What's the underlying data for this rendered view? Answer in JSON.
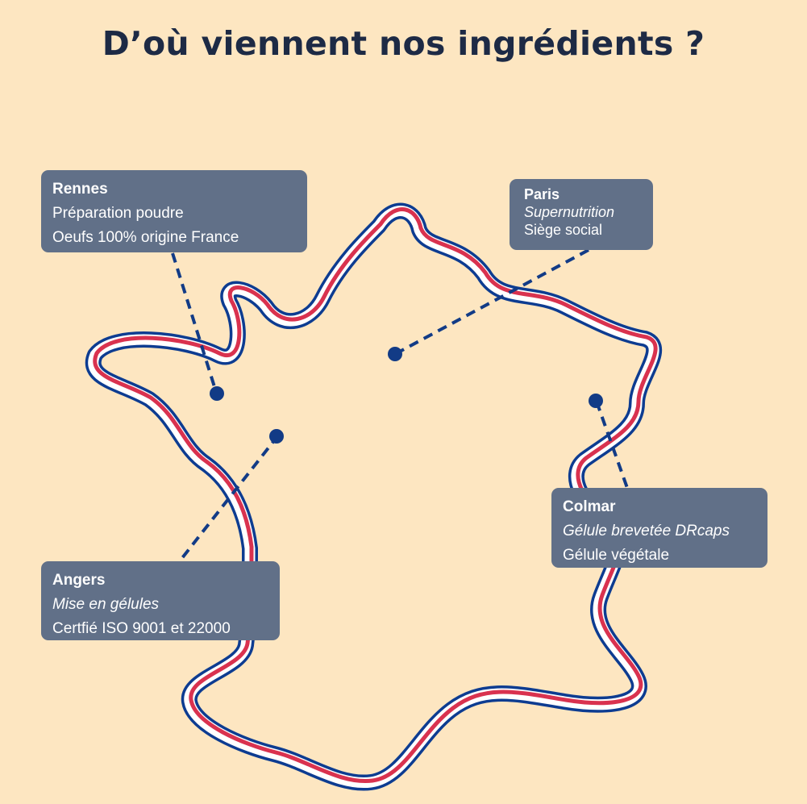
{
  "title": "D’où viennent nos ingrédients ?",
  "colors": {
    "background": "#fde6c1",
    "title": "#1d2a45",
    "card": "#617088",
    "flag_blue": "#0d3c91",
    "flag_white": "#ffffff",
    "flag_red": "#d9324f",
    "marker": "#123b86"
  },
  "locations": [
    {
      "id": "rennes",
      "city": "Rennes",
      "lines": [
        "Préparation poudre",
        "Oeufs 100% origine France"
      ],
      "italic_line": null
    },
    {
      "id": "paris",
      "city": "Paris",
      "italic_line": "Supernutrition",
      "lines": [
        "Siège social"
      ]
    },
    {
      "id": "colmar",
      "city": "Colmar",
      "italic_line": "Gélule brevetée DRcaps",
      "lines": [
        "Gélule végétale"
      ]
    },
    {
      "id": "angers",
      "city": "Angers",
      "italic_line": "Mise en gélules",
      "lines": [
        "Certfié ISO 9001 et 22000"
      ]
    }
  ]
}
